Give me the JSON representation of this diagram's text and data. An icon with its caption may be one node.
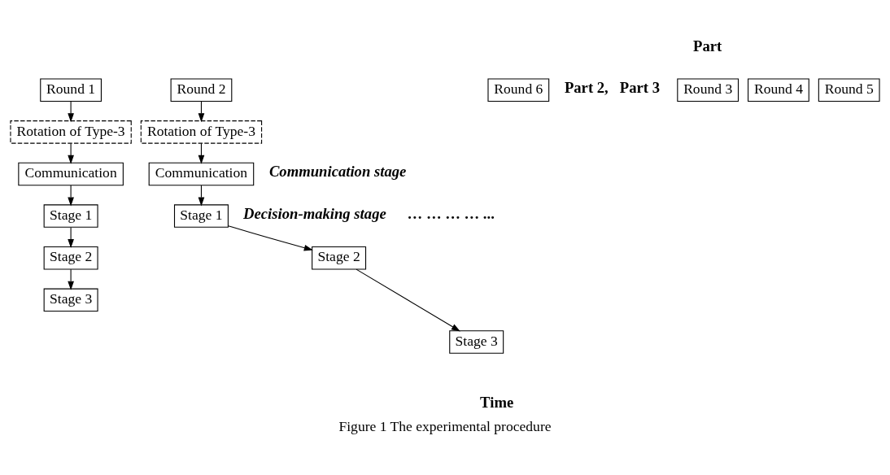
{
  "diagram": {
    "caption": "Figure 1 The experimental procedure",
    "nodes": [
      {
        "text": [
          "Round 1"
        ]
      },
      {
        "text": [
          "Round 2"
        ]
      },
      {
        "text": [
          "Round 3"
        ]
      },
      {
        "text": [
          "Round 4"
        ]
      },
      {
        "text": [
          "Round 5"
        ]
      },
      {
        "text": [
          "Round 6"
        ]
      },
      {
        "text": [
          "Rotation of Type-3"
        ]
      },
      {
        "text": [
          "Rotation of Type-3"
        ]
      },
      {
        "text": [
          "Communication"
        ]
      },
      {
        "text": [
          "Communication"
        ]
      },
      {
        "text": [
          "Stage 1"
        ]
      },
      {
        "text": [
          "Stage 2"
        ]
      },
      {
        "text": [
          "Stage 3"
        ]
      },
      {
        "text": [
          "Stage 1"
        ]
      },
      {
        "text": [
          "Stage 2"
        ]
      },
      {
        "text": [
          "Stage 3"
        ]
      }
    ],
    "edges": [
      {
        "from": 0,
        "to": 6,
        "arrow": "to"
      },
      {
        "from": 1,
        "to": 7,
        "arrow": "to"
      },
      {
        "from": 6,
        "to": 8,
        "arrow": "to"
      },
      {
        "from": 7,
        "to": 9,
        "arrow": "to"
      },
      {
        "from": 8,
        "to": 10,
        "arrow": "to"
      },
      {
        "from": 10,
        "to": 11,
        "arrow": "to"
      },
      {
        "from": 11,
        "to": 12,
        "arrow": "to"
      },
      {
        "from": 9,
        "to": 13,
        "arrow": "to"
      },
      {
        "from": 13,
        "to": 14,
        "arrow": "to"
      },
      {
        "from": 14,
        "to": 15,
        "arrow": "to"
      }
    ],
    "labels": [
      "Part",
      "Part 2,   Part 3",
      "Communication stage",
      "Decision-making stage",
      "… … … … ...",
      "Time"
    ]
  }
}
